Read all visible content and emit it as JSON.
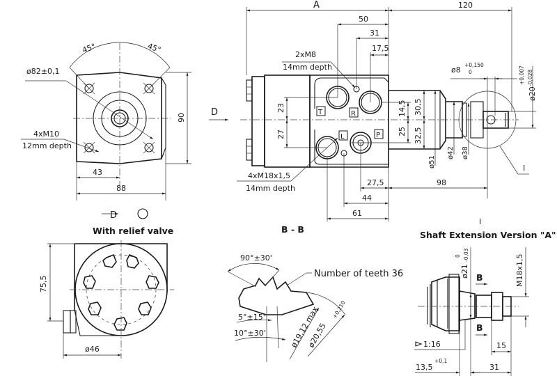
{
  "front_view": {
    "angle_left": "45°",
    "angle_right": "45°",
    "bolt_circle": "ø82±0,1",
    "holes_callout": "4xM10",
    "holes_depth": "12mm depth",
    "height": "90",
    "half_width": "43",
    "width": "88"
  },
  "side_view": {
    "overall_label": "A",
    "shaft_length": "120",
    "dim_50": "50",
    "dim_31": "31",
    "dim_17_5": "17,5",
    "m8_callout": "2xM8",
    "m8_depth": "14mm depth",
    "view_arrow": "D",
    "pin_dia": "ø8",
    "pin_tol_upper": "+0,150",
    "pin_tol_lower": "0",
    "shaft_dia": "ø20",
    "shaft_tol_upper": "+0,007",
    "shaft_tol_lower": "-0,028",
    "dim_23": "23",
    "dim_27": "27",
    "dim_14_5": "14,5",
    "dim_30_5": "30,5",
    "dim_25": "25",
    "dim_32_5": "32,5",
    "dia_51": "ø51",
    "dia_42": "ø42",
    "dia_38": "ø38",
    "port_callout": "4xM18x1,5",
    "port_depth": "14mm depth",
    "dim_27_5": "27,5",
    "dim_44": "44",
    "dim_61": "61",
    "dim_98": "98",
    "detail_ref": "I",
    "ports": {
      "T": "T",
      "R": "R",
      "L": "L",
      "P": "P"
    }
  },
  "relief_view": {
    "view_label": "D",
    "title": "With relief valve",
    "height": "75,5",
    "width": "ø46"
  },
  "section_bb": {
    "title": "B - B",
    "angle_90": "90°±30'",
    "teeth": "Number of teeth 36",
    "angle_5": "5°±15'",
    "angle_10": "10°±30'",
    "dia_19": "ø19,12 max",
    "dia_20": "ø20,55",
    "dia_20_tol": "+0,210"
  },
  "detail_i": {
    "ref": "I",
    "title": "Shaft Extension Version \"A\"",
    "dia_21": "ø21",
    "dia_21_tol_upper": "0",
    "dia_21_tol_lower": "-0,03",
    "section_mark": "B",
    "thread": "M18x1,5",
    "taper": "1:16",
    "dim_15": "15",
    "dim_13_5": "13,5",
    "dim_13_5_tol": "+0,1",
    "dim_31": "31"
  }
}
